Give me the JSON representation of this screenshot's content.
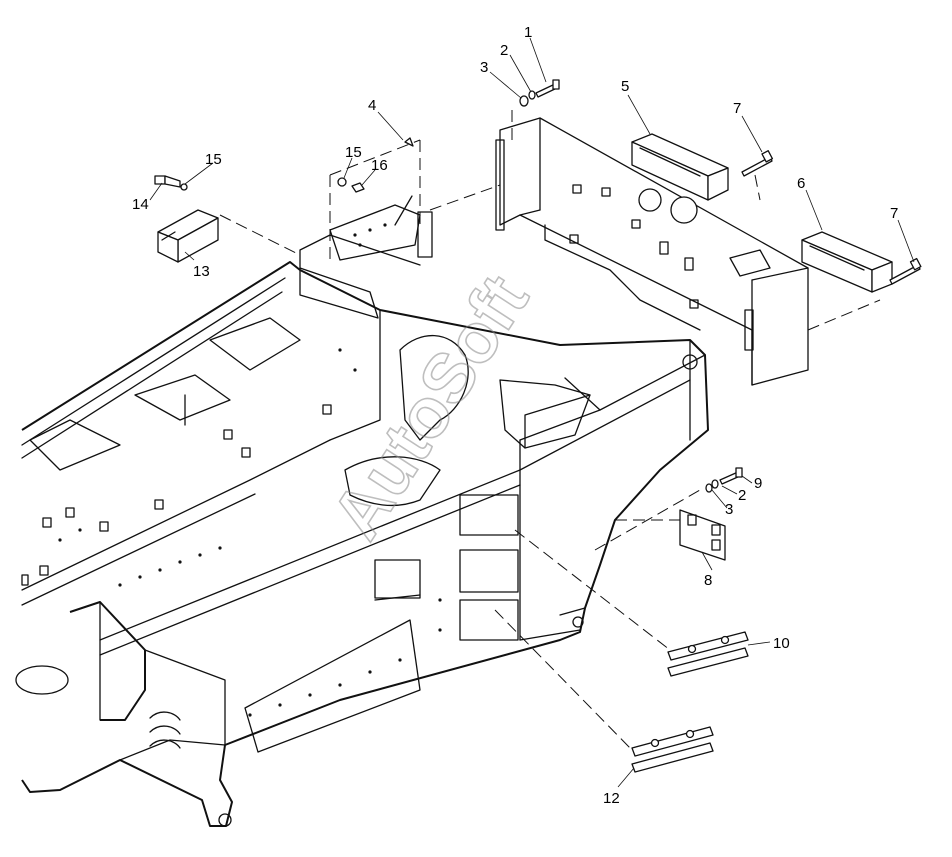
{
  "callouts": [
    "1",
    "2",
    "3",
    "4",
    "5",
    "6",
    "7",
    "7",
    "8",
    "9",
    "2",
    "3",
    "10",
    "12",
    "13",
    "14",
    "15",
    "15",
    "16"
  ],
  "watermark": "AutoSoft"
}
